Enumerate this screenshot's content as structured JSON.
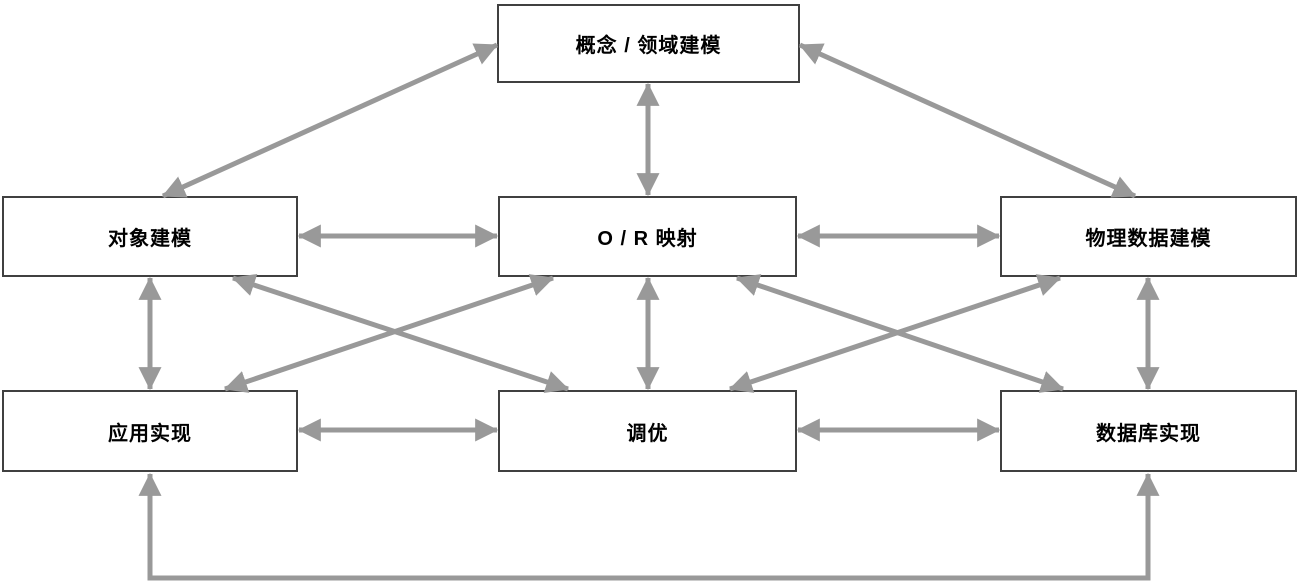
{
  "diagram": {
    "type": "flow-diagram",
    "nodes": [
      {
        "id": "concept-domain-modeling",
        "label": "概念 / 领域建模",
        "row": "top"
      },
      {
        "id": "object-modeling",
        "label": "对象建模",
        "row": "middle"
      },
      {
        "id": "or-mapping",
        "label": "O / R 映射",
        "row": "middle"
      },
      {
        "id": "physical-data-modeling",
        "label": "物理数据建模",
        "row": "middle"
      },
      {
        "id": "application-implementation",
        "label": "应用实现",
        "row": "bottom"
      },
      {
        "id": "tuning",
        "label": "调优",
        "row": "bottom"
      },
      {
        "id": "database-implementation",
        "label": "数据库实现",
        "row": "bottom"
      }
    ],
    "edges": [
      {
        "from": "概念 / 领域建模",
        "to": "对象建模",
        "arrows": "both",
        "shape": "diagonal"
      },
      {
        "from": "概念 / 领域建模",
        "to": "O / R 映射",
        "arrows": "both",
        "shape": "vertical"
      },
      {
        "from": "概念 / 领域建模",
        "to": "物理数据建模",
        "arrows": "both",
        "shape": "diagonal"
      },
      {
        "from": "对象建模",
        "to": "O / R 映射",
        "arrows": "both",
        "shape": "horizontal"
      },
      {
        "from": "O / R 映射",
        "to": "物理数据建模",
        "arrows": "both",
        "shape": "horizontal"
      },
      {
        "from": "对象建模",
        "to": "应用实现",
        "arrows": "both",
        "shape": "vertical"
      },
      {
        "from": "O / R 映射",
        "to": "调优",
        "arrows": "both",
        "shape": "vertical"
      },
      {
        "from": "物理数据建模",
        "to": "数据库实现",
        "arrows": "both",
        "shape": "vertical"
      },
      {
        "from": "对象建模",
        "to": "调优",
        "arrows": "both",
        "shape": "diagonal"
      },
      {
        "from": "O / R 映射",
        "to": "应用实现",
        "arrows": "both",
        "shape": "diagonal"
      },
      {
        "from": "O / R 映射",
        "to": "数据库实现",
        "arrows": "both",
        "shape": "diagonal"
      },
      {
        "from": "物理数据建模",
        "to": "调优",
        "arrows": "both",
        "shape": "diagonal"
      },
      {
        "from": "应用实现",
        "to": "调优",
        "arrows": "both",
        "shape": "horizontal"
      },
      {
        "from": "调优",
        "to": "数据库实现",
        "arrows": "both",
        "shape": "horizontal"
      },
      {
        "from": "应用实现",
        "to": "数据库实现",
        "arrows": "both",
        "shape": "u-route-bottom"
      }
    ],
    "colors": {
      "background": "#ffffff",
      "box_fill": "#ffffff",
      "box_border": "#404040",
      "arrow": "#999999",
      "text": "#000000"
    }
  }
}
